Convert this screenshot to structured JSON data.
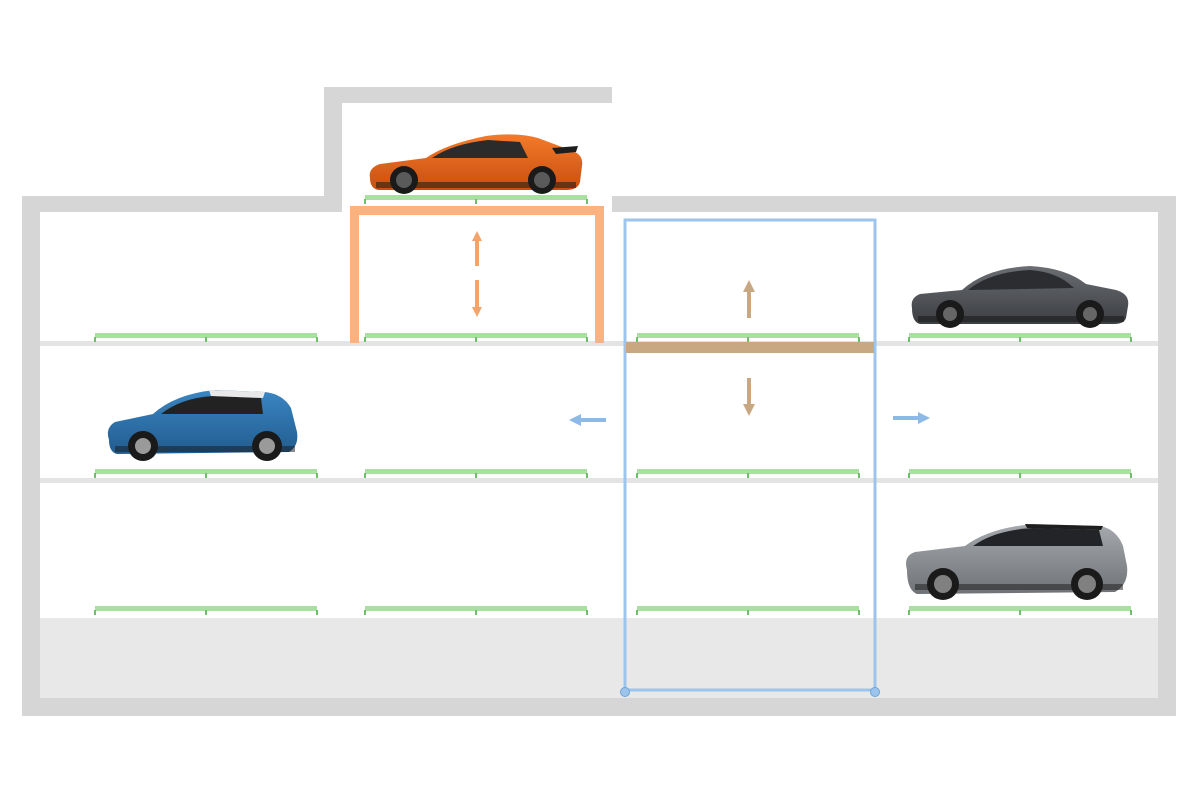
{
  "diagram": {
    "kind": "automated-parking-system-section",
    "levels": 3,
    "columns": 4,
    "occupied_bays": [
      {
        "level": 1,
        "column": 4
      },
      {
        "level": 2,
        "column": 1
      },
      {
        "level": 3,
        "column": 4
      }
    ],
    "parked_cars": [
      {
        "name": "orange-sports-coupe",
        "color": "#E8641A"
      },
      {
        "name": "grey-sedan",
        "color": "#4F5257"
      },
      {
        "name": "blue-hatchback",
        "color": "#2E6FA8"
      },
      {
        "name": "silver-suv",
        "color": "#8A8D92"
      }
    ],
    "colors": {
      "structure": "#D6D6D6",
      "floor_slab": "#E4E4E4",
      "pit": "#E8E8E8",
      "pallet": "#A8E0A0",
      "pallet_joint": "#6FBF6A",
      "lift_frame": "#FBB27E",
      "lift_arrow": "#F4A36A",
      "shuttle_frame": "#9CC4EC",
      "shuttle_arrow": "#8DB9E6",
      "platform": "#C8A883",
      "platform_arrow": "#C8A883"
    },
    "arrows": [
      {
        "name": "lift-up-arrow",
        "meaning": "up"
      },
      {
        "name": "lift-down-arrow",
        "meaning": "down"
      },
      {
        "name": "platform-up-arrow",
        "meaning": "up"
      },
      {
        "name": "platform-down-arrow",
        "meaning": "down"
      },
      {
        "name": "shuttle-left-arrow",
        "meaning": "left"
      },
      {
        "name": "shuttle-right-arrow",
        "meaning": "right"
      }
    ]
  }
}
